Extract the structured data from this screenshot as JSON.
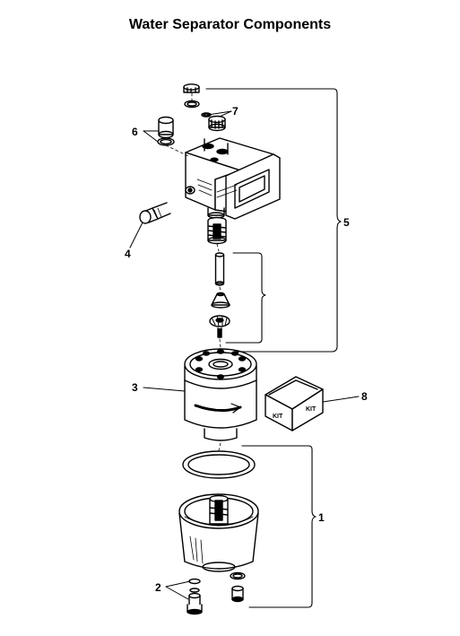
{
  "title": "Water Separator Components",
  "colors": {
    "ink": "#000000",
    "paper": "#ffffff"
  },
  "callouts": {
    "c1": "1",
    "c2": "2",
    "c3": "3",
    "c4": "4",
    "c5": "5",
    "c6": "6",
    "c7": "7",
    "c8": "8"
  },
  "kit_box": {
    "label_left": "KIT",
    "label_right": "KIT"
  }
}
